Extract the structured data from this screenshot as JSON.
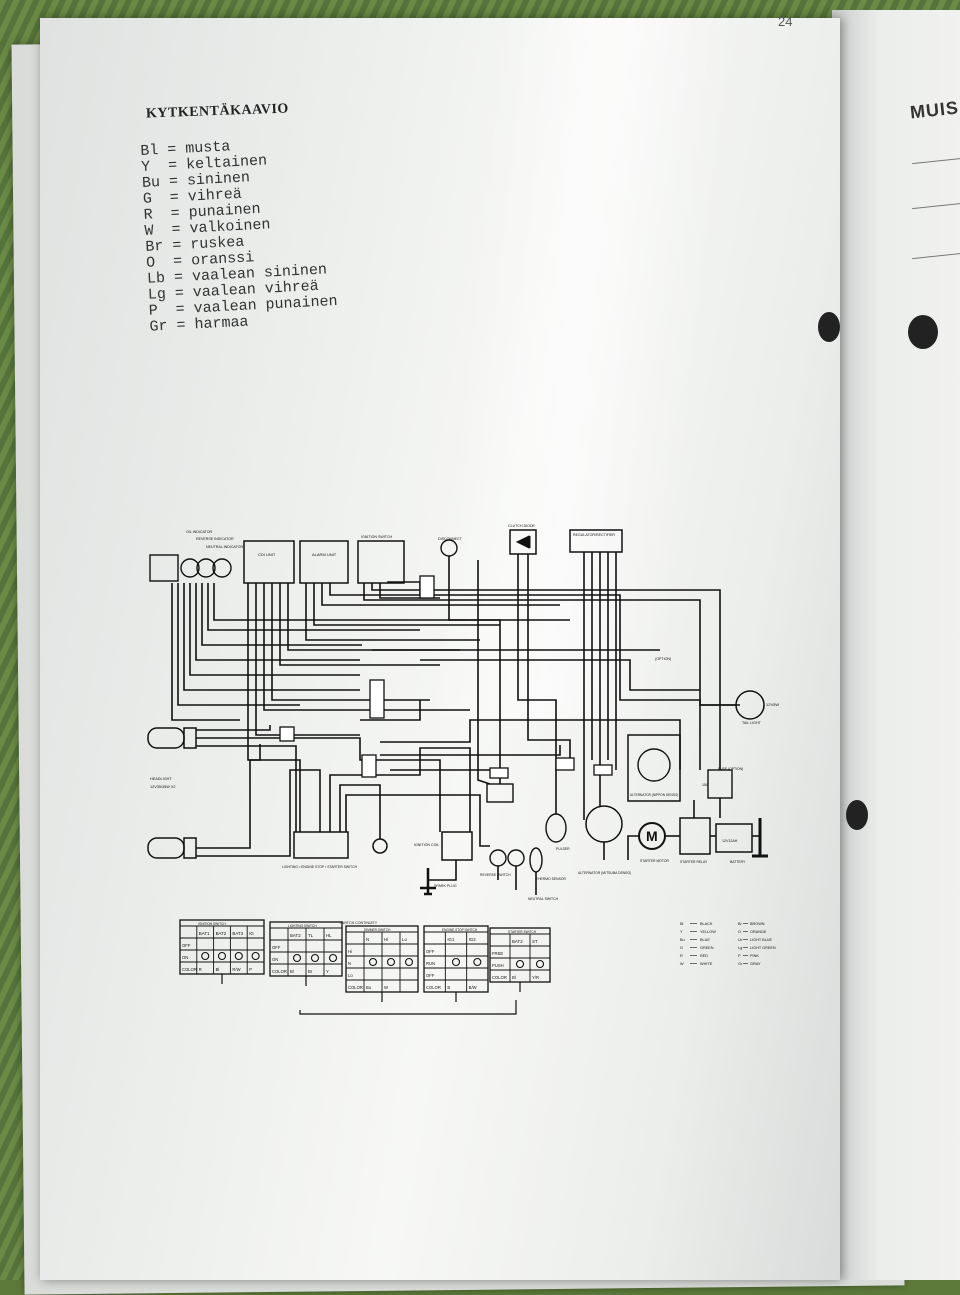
{
  "page_number": "24",
  "title": "KYTKENTÄKAAVIO",
  "right_page_heading": "MUIS",
  "color_legend_fi": [
    "Bl = musta",
    "Y  = keltainen",
    "Bu = sininen",
    "G  = vihreä",
    "R  = punainen",
    "W  = valkoinen",
    "Br = ruskea",
    "O  = oranssi",
    "Lb = vaalean sininen",
    "Lg = vaalean vihreä",
    "P  = vaalean punainen",
    "Gr = harmaa"
  ],
  "diagram": {
    "indicators": [
      "OIL INDICATOR",
      "REVERSE INDICATOR",
      "NEUTRAL INDICATOR"
    ],
    "cdi_unit": "CDI UNIT",
    "alarm_unit": "ALARM UNIT",
    "ignition_switch": "IGNITION SWITCH",
    "disconnect": "DISCONNECT",
    "clutch_diode": "CLUTCH DIODE",
    "regulator": "REGULATOR/RECTIFIER",
    "option": "(OPTION)",
    "tail_light": "TAIL LIGHT",
    "tail_light_rating": "12V5W",
    "headlight": "HEADLIGHT",
    "headlight_rating": "12V35/35W X2",
    "ignition_coil": "IGNITION COIL",
    "spark_plug": "SPARK PLUG",
    "reverse_switch": "REVERSE SWITCH",
    "thermo_sensor": "THERMO SENSOR",
    "neutral_switch": "NEUTRAL SWITCH",
    "pulser": "PULSER",
    "alternator_left": "ALTERNATOR (MITSUBA DENSO)",
    "alternator_box": "ALTERNATOR (NIPPON DENSO)",
    "fuse": "FUSE (OPTION)",
    "fuse_15a": "15A",
    "starter_motor": "STARTER MOTOR",
    "starter_relay": "STARTER RELAY",
    "battery": "BATTERY",
    "battery_rating": "12V12AH",
    "lighting_switch_label": "LIGHTING • ENGINE STOP • STARTER SWITCH",
    "switch_continuity_title": "SWITCH CONTINUITY"
  },
  "switch_tables": [
    {
      "name": "IGNITION SWITCH",
      "headers": [
        "",
        "BAT1",
        "BAT2",
        "BAT3",
        "IG"
      ],
      "rows": [
        [
          "OFF"
        ],
        [
          "ON"
        ],
        [
          "COLOR",
          "R",
          "Bl",
          "R/W",
          "P"
        ]
      ]
    },
    {
      "name": "LIGHTING SWITCH",
      "headers": [
        "",
        "BAT2",
        "TL",
        "HL"
      ],
      "rows": [
        [
          "OFF"
        ],
        [
          "ON"
        ],
        [
          "COLOR",
          "Bl",
          "Br",
          "Y"
        ]
      ]
    },
    {
      "name": "DIMMER SWITCH",
      "headers": [
        "",
        "N",
        "Hi",
        "Lo"
      ],
      "rows": [
        [
          "Hi"
        ],
        [
          "N"
        ],
        [
          "Lo"
        ],
        [
          "COLOR",
          "Bu",
          "W"
        ]
      ]
    },
    {
      "name": "ENGINE STOP SWITCH",
      "headers": [
        "",
        "IG1",
        "IG2"
      ],
      "rows": [
        [
          "OFF"
        ],
        [
          "RUN"
        ],
        [
          "OFF"
        ],
        [
          "COLOR",
          "B",
          "B/W"
        ]
      ]
    },
    {
      "name": "STARTER SWITCH",
      "headers": [
        "",
        "BAT2",
        "ST"
      ],
      "rows": [
        [
          "FREE"
        ],
        [
          "PUSH"
        ],
        [
          "COLOR",
          "Bl",
          "Y/R"
        ]
      ]
    }
  ],
  "wire_color_key": [
    [
      "Bl",
      "BLACK",
      "Br",
      "BROWN"
    ],
    [
      "Y",
      "YELLOW",
      "O",
      "ORANGE"
    ],
    [
      "Bu",
      "BLUE",
      "Lb",
      "LIGHT BLUE"
    ],
    [
      "G",
      "GREEN",
      "Lg",
      "LIGHT GREEN"
    ],
    [
      "R",
      "RED",
      "P",
      "PINK"
    ],
    [
      "W",
      "WHITE",
      "Gr",
      "GRAY"
    ]
  ]
}
